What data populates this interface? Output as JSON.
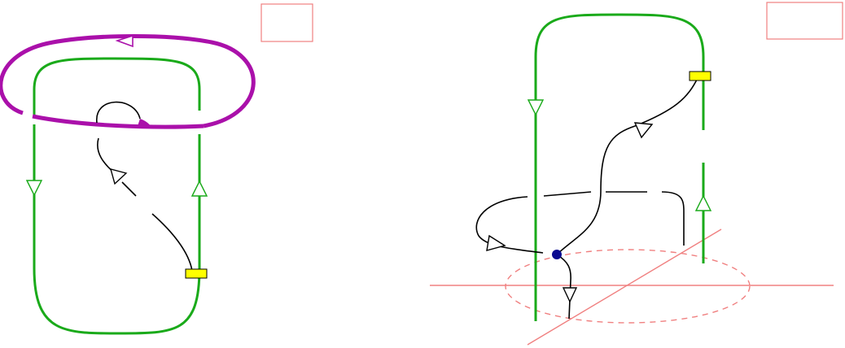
{
  "colors": {
    "strand": "#1aaa1a",
    "loop": "#aa10aa",
    "path": "#000000",
    "marker": "#ffff00",
    "plane": "#f08080",
    "point": "#0a0a90",
    "background": "#ffffff"
  },
  "panels": [
    {
      "name": "left-diagram",
      "label": "",
      "elements": [
        "green-loop-with-gaps",
        "magenta-ellipse-loop",
        "black-winding-path",
        "yellow-marker"
      ]
    },
    {
      "name": "right-diagram",
      "label": "",
      "elements": [
        "green-strand",
        "black-winding-path",
        "yellow-marker",
        "base-point",
        "dashed-ellipse",
        "plane-lines"
      ]
    }
  ]
}
